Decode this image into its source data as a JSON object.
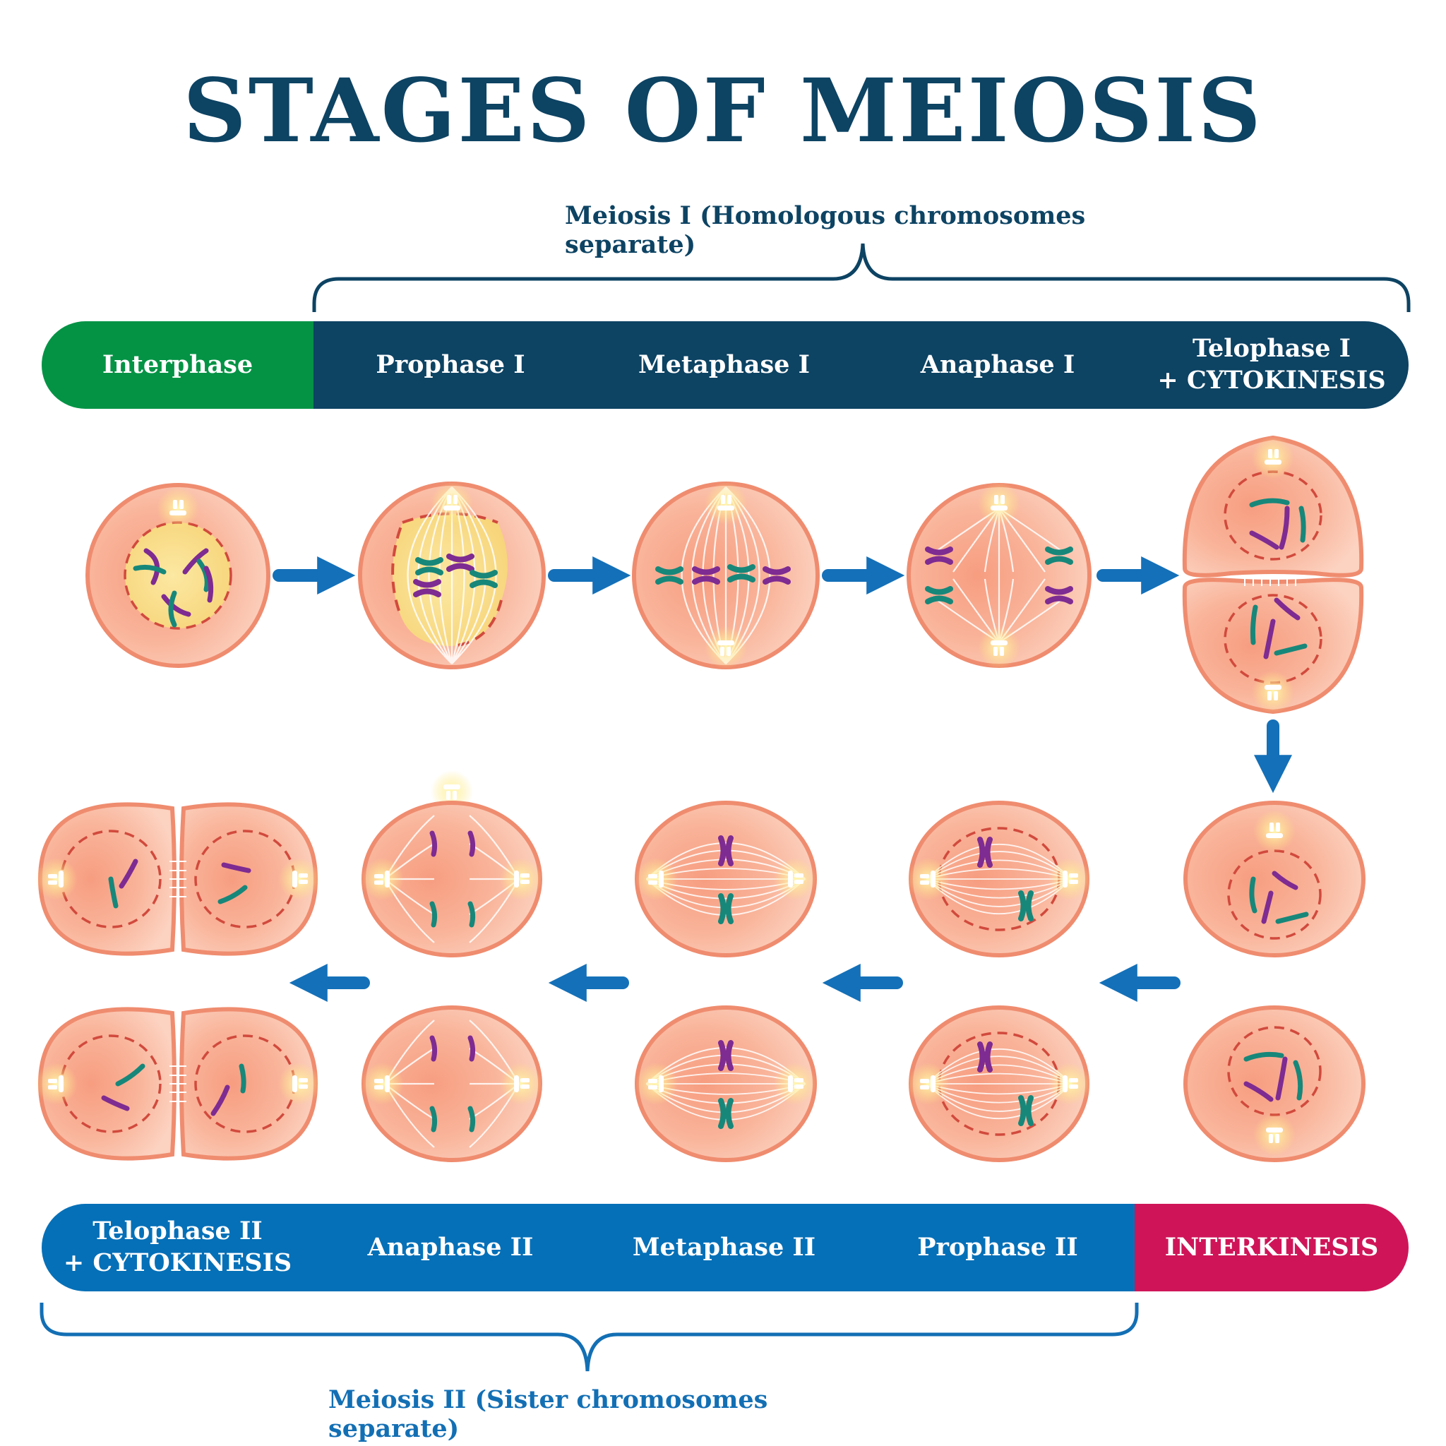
{
  "title": "STAGES OF MEIOSIS",
  "meiosis1_label": "Meiosis I (Homologous chromosomes separate)",
  "meiosis2_label": "Meiosis II (Sister chromosomes separate)",
  "top_band": [
    {
      "label": "Interphase"
    },
    {
      "label": "Prophase I"
    },
    {
      "label": "Metaphase I"
    },
    {
      "label": "Anaphase I"
    },
    {
      "label": "Telophase I",
      "label2": "+ CYTOKINESIS"
    }
  ],
  "bottom_band": [
    {
      "label": "Telophase II",
      "label2": "+ CYTOKINESIS"
    },
    {
      "label": "Anaphase II"
    },
    {
      "label": "Metaphase II"
    },
    {
      "label": "Prophase II"
    },
    {
      "label": "INTERKINESIS"
    }
  ],
  "colors": {
    "title": "#0d4363",
    "interphase": "#049345",
    "meiosis1": "#0d4363",
    "meiosis2": "#0570b8",
    "interkinesis": "#cf1558",
    "arrow": "#1470b8",
    "cell_fill": "#f9b49a",
    "cell_border": "#ef8c6f",
    "nucleus": "#fbe091",
    "chromosome_purple": "#7e2b92",
    "chromosome_teal": "#17877a"
  }
}
